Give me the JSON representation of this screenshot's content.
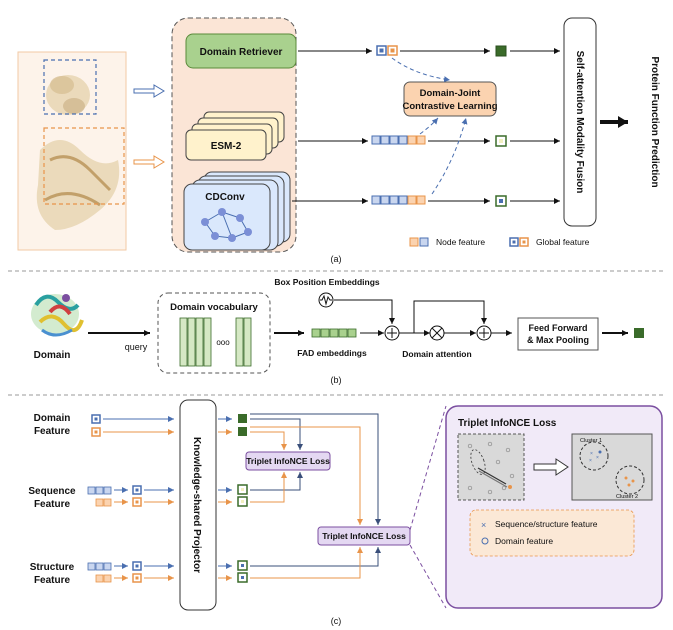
{
  "panel_a": {
    "domain_retriever": "Domain Retriever",
    "esm2": "ESM-2",
    "cdconv": "CDConv",
    "contrastive_line1": "Domain-Joint",
    "contrastive_line2": "Contrastive Learning",
    "fusion": "Self-attention Modality Fusion",
    "prediction": "Protein Function Prediction",
    "legend_node": "Node feature",
    "legend_global": "Global feature",
    "caption": "(a)"
  },
  "panel_b": {
    "domain": "Domain",
    "query": "query",
    "vocabulary": "Domain vocabulary",
    "dots": "ooo",
    "box_position": "Box Position Embeddings",
    "fad": "FAD embeddings",
    "domain_attention": "Domain attention",
    "ff_line1": "Feed Forward",
    "ff_line2": "& Max Pooling",
    "caption": "(b)"
  },
  "panel_c": {
    "domain_feature_l1": "Domain",
    "domain_feature_l2": "Feature",
    "sequence_feature_l1": "Sequence",
    "sequence_feature_l2": "Feature",
    "structure_feature_l1": "Structure",
    "structure_feature_l2": "Feature",
    "projector": "Knowledge-shared Projector",
    "loss1": "Triplet InfoNCE Loss",
    "loss2": "Triplet InfoNCE Loss",
    "detail_title": "Triplet InfoNCE Loss",
    "cluster1": "Cluster 1",
    "cluster2": "Cluster 2",
    "legend_seq": "Sequence/structure feature",
    "legend_dom": "Domain feature",
    "caption": "(c)"
  },
  "colors": {
    "blue": "#4a6fb0",
    "orange": "#e8944a",
    "green": "#3a6b2a",
    "retriever_fill": "#a9d18e",
    "esm_fill": "#fff2cc",
    "cdconv_fill": "#dae8fc",
    "peach_bg": "#fbe5d6",
    "purple": "#7b4fa0",
    "lavender": "#e4d8f2"
  }
}
